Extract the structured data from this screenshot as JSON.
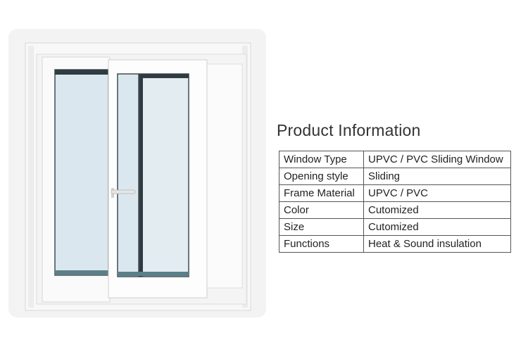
{
  "product_info": {
    "title": "Product Information",
    "rows": [
      {
        "label": "Window Type",
        "value": "UPVC / PVC Sliding Window"
      },
      {
        "label": "Opening style",
        "value": "Sliding"
      },
      {
        "label": "Frame Material",
        "value": "UPVC / PVC"
      },
      {
        "label": "Color",
        "value": "Cutomized"
      },
      {
        "label": "Size",
        "value": "Cutomized"
      },
      {
        "label": "Functions",
        "value": "Heat & Sound insulation"
      }
    ]
  },
  "colors": {
    "frame": "#f7f7f7",
    "glass": "#dbe7ee",
    "glass_edge": "#3f4d54",
    "panel_bg": "#f3f3f3"
  }
}
